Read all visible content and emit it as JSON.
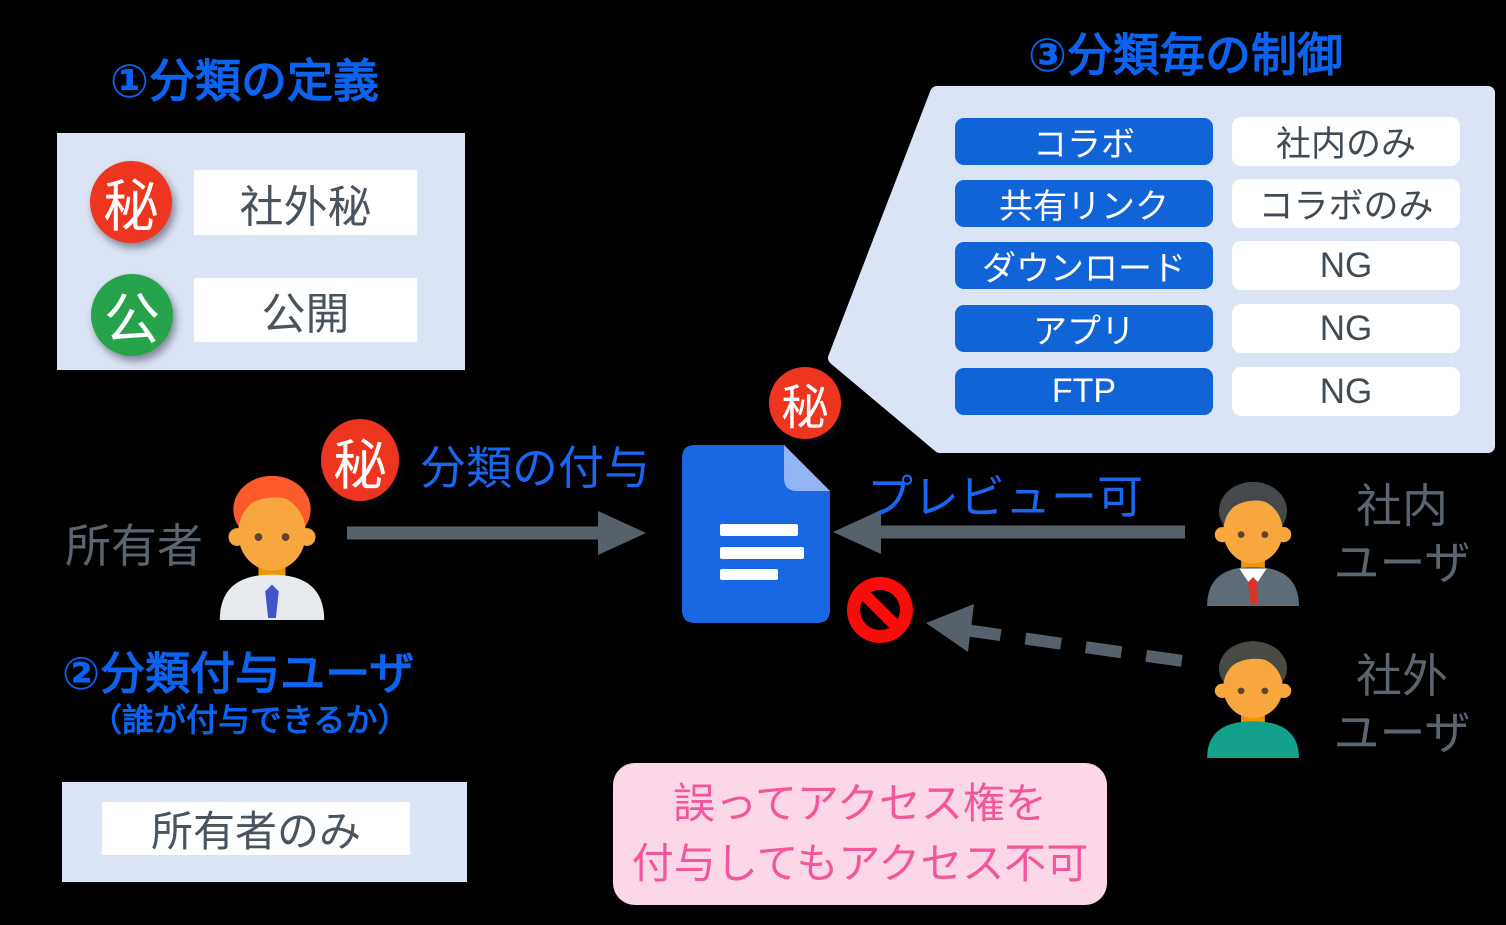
{
  "section1": {
    "title": "①分類の定義",
    "items": [
      {
        "badge": "秘",
        "badge_color": "#ee3520",
        "label": "社外秘"
      },
      {
        "badge": "公",
        "badge_color": "#27a44b",
        "label": "公開"
      }
    ]
  },
  "section2": {
    "title": "②分類付与ユーザ",
    "subtitle": "（誰が付与できるか）",
    "box_label": "所有者のみ"
  },
  "section3": {
    "title": "③分類毎の制御",
    "rows": [
      {
        "feature": "コラボ",
        "value": "社内のみ"
      },
      {
        "feature": "共有リンク",
        "value": "コラボのみ"
      },
      {
        "feature": "ダウンロード",
        "value": "NG"
      },
      {
        "feature": "アプリ",
        "value": "NG"
      },
      {
        "feature": "FTP",
        "value": "NG"
      }
    ]
  },
  "flow": {
    "owner_label": "所有者",
    "assign_badge": "秘",
    "assign_label": "分類の付与",
    "document_badge": "秘",
    "preview_label": "プレビュー可",
    "internal_user": {
      "line1": "社内",
      "line2": "ユーザ"
    },
    "external_user": {
      "line1": "社外",
      "line2": "ユーザ"
    }
  },
  "warning": {
    "line1": "誤ってアクセス権を",
    "line2": "付与してもアクセス不可"
  },
  "colors": {
    "background": "#000000",
    "panel_blue": "#dbe4f4",
    "title_blue": "#0b63f0",
    "button_blue": "#1164d8",
    "flow_text_blue": "#1a66f0",
    "badge_red": "#ee3520",
    "badge_green": "#27a44b",
    "prohibition_red": "#f70d0a",
    "document_blue": "#1967e2",
    "document_fold_blue": "#93b5f3",
    "arrow_gray": "#56616b",
    "gray_text": "#5a6570",
    "warning_bg_pink": "#fcd7e8",
    "warning_text_pink": "#f2569c"
  }
}
